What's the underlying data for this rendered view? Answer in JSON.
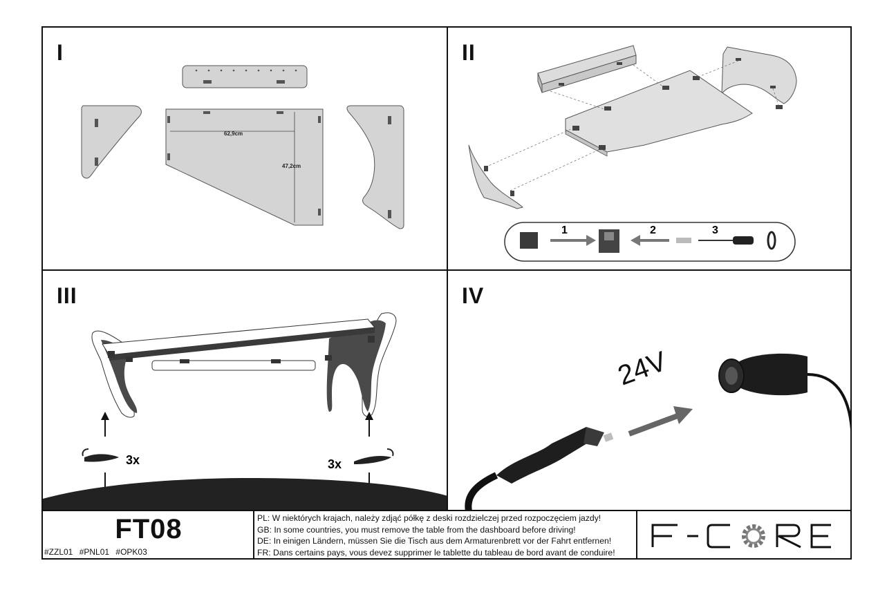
{
  "panels": [
    {
      "id": "I",
      "dim_width": "62,9cm",
      "dim_height": "47,2cm"
    },
    {
      "id": "II",
      "steps": [
        "1",
        "2",
        "3"
      ]
    },
    {
      "id": "III",
      "turns_left": "3x",
      "turns_right": "3x"
    },
    {
      "id": "IV",
      "voltage": "24V"
    }
  ],
  "footer": {
    "model": "FT08",
    "codes": "#ZZL01  #PNL01  #OPK03",
    "warnings": [
      "PL: W niektórych krajach, należy zdjąć półkę z deski rozdzielczej przed rozpoczęciem jazdy!",
      "GB: In some countries, you must remove the table from the dashboard before driving!",
      "DE: In einigen Ländern, müssen Sie die Tisch aus dem Armaturenbrett vor der Fahrt entfernen!",
      "FR: Dans certains pays, vous devez supprimer le tablette du tableau de bord avant de conduire!"
    ],
    "brand": "F-CORE"
  }
}
